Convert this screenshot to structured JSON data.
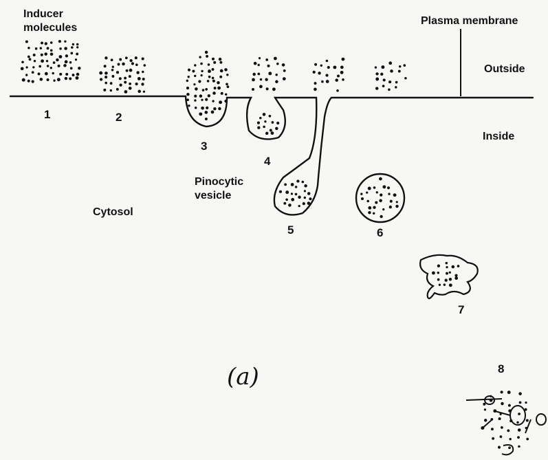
{
  "labels": {
    "inducer_line1": "Inducer",
    "inducer_line2": "molecules",
    "plasma_membrane": "Plasma membrane",
    "outside": "Outside",
    "inside": "Inside",
    "pinocytic_line1": "Pinocytic",
    "pinocytic_line2": "vesicle",
    "cytosol": "Cytosol",
    "panel": "(a)"
  },
  "stages": [
    "1",
    "2",
    "3",
    "4",
    "5",
    "6",
    "7",
    "8"
  ],
  "colors": {
    "ink": "#111111",
    "paper": "#f7f7f5"
  }
}
